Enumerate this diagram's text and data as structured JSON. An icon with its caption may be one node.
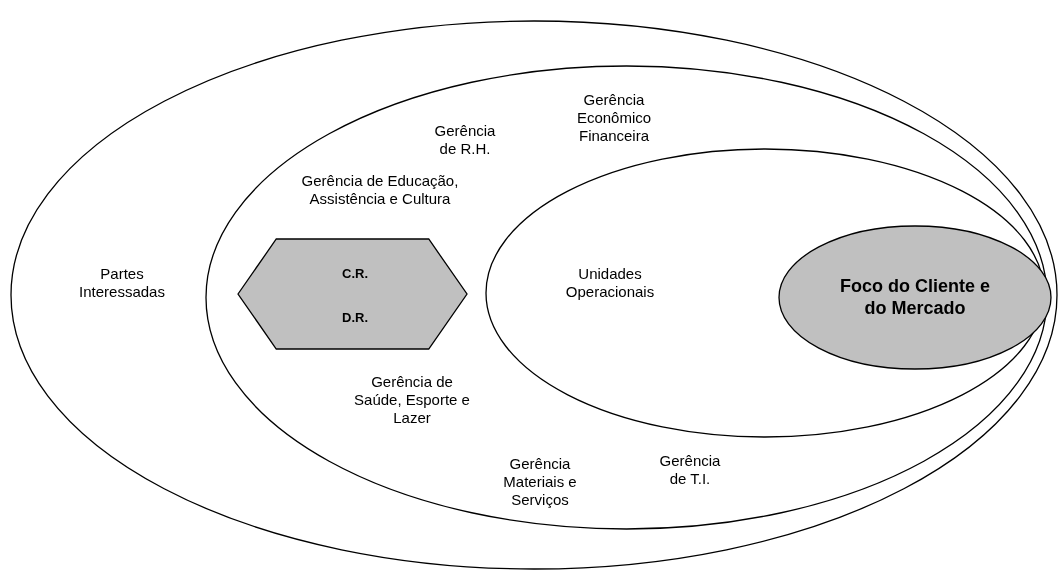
{
  "diagram": {
    "nodes": [
      {
        "text": [
          "Partes Interessadas"
        ]
      },
      {
        "text": [
          "Gerência de R.H.",
          "Gerência Econômico Financeira",
          "Gerência de Educação, Assistência e Cultura",
          "Gerência de Saúde, Esporte e Lazer",
          "Gerência Materiais e Serviços",
          "Gerência de T.I."
        ],
        "in": 0
      },
      {
        "text": [
          "C.R.",
          "D.R."
        ],
        "in": 1
      },
      {
        "text": [
          "Unidades Operacionais"
        ],
        "in": 1
      },
      {
        "text": [
          "Foco do Cliente e do Mercado"
        ],
        "in": 3
      }
    ],
    "edges": []
  }
}
